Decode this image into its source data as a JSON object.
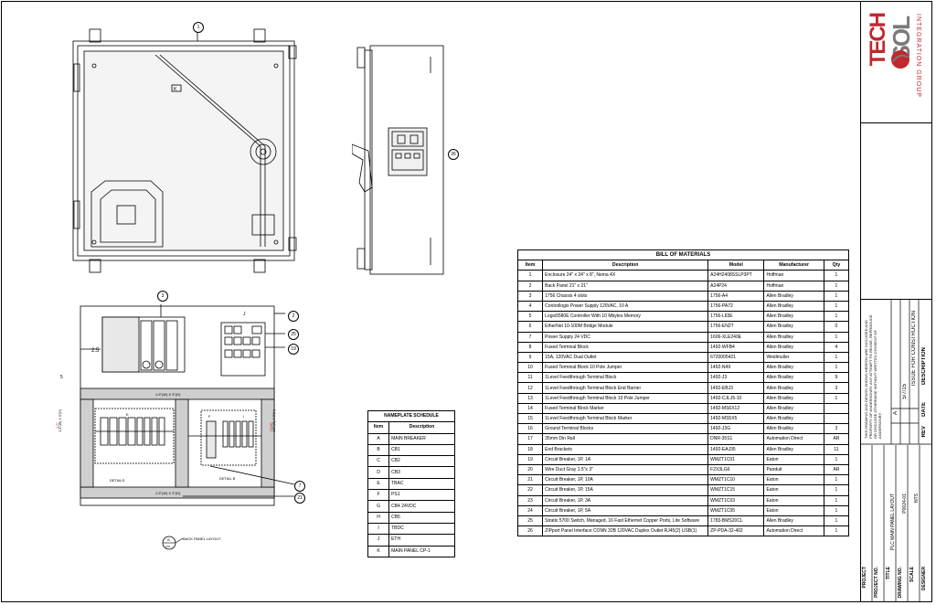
{
  "bom": {
    "title": "BILL OF MATERIALS",
    "headers": [
      "Item",
      "Description",
      "Model",
      "Manufacturer",
      "Qty"
    ],
    "rows": [
      [
        "1",
        "Enclosure 24\" x 24\" x 8\", Nema 4X",
        "A24H2408SSLP3PT",
        "Hoffman",
        "1"
      ],
      [
        "2",
        "Back Panel 21\" x 21\"",
        "A24P24",
        "Hoffman",
        "1"
      ],
      [
        "3",
        "1756 Chassis 4 slots",
        "1756-A4",
        "Allen Bradley",
        "1"
      ],
      [
        "4",
        "Controllogix Power Supply 120VAC, 10 A",
        "1756-PA72",
        "Allen Bradley",
        "1"
      ],
      [
        "5",
        "Logix5580E Controller  With 10 Mbytes Memory",
        "1756-L83E",
        "Allen Bradley",
        "1"
      ],
      [
        "6",
        "EtherNet 10-100M Bridge Module",
        "1756-EN2T",
        "Allen Bradley",
        "0"
      ],
      [
        "7",
        "Power Supply 24 VDC",
        "1606-XLE240E",
        "Allen Bradley",
        "1"
      ],
      [
        "8",
        "Fused Terminal Block",
        "1492-WFB4",
        "Allen Bradley",
        "4"
      ],
      [
        "9",
        "15A, 120VAC Dual Outlet",
        "6720005421",
        "Weidmuller",
        "1"
      ],
      [
        "10",
        "Fused Terminal Block 10 Pole Jumper",
        "1492-N49",
        "Allen Bradley",
        "1"
      ],
      [
        "11",
        "1Level Feedthrough Terminal Block",
        "1492-J3",
        "Allen Bradley",
        "9"
      ],
      [
        "12",
        "1Level Feedthrough Terminal Block End Barrier",
        "1492-EBJ3",
        "Allen Bradley",
        "3"
      ],
      [
        "13",
        "1Level Feedthrough Terminal Block 10 Pole Jumper",
        "1492-CJLJ5-10",
        "Allen Bradley",
        "1"
      ],
      [
        "14",
        "Fused Terminal Block Marker",
        "1492-MS6X12",
        "Allen Bradley",
        ""
      ],
      [
        "15",
        "1Level Feedthrough Terminal Block Marker",
        "1492-MS5X5",
        "Allen Bradley",
        ""
      ],
      [
        "16",
        "Ground Terminal Blocks",
        "1492-J3G",
        "Allen Bradley",
        "3"
      ],
      [
        "17",
        "35mm Din Rail",
        "DNR-35S1",
        "Automation Direct",
        "AR"
      ],
      [
        "18",
        "End Brackets",
        "1492-EAJ35",
        "Allen Bradley",
        "11"
      ],
      [
        "19",
        "Circuit Breaker, 1P, 1A",
        "WMZT1C01",
        "Eaton",
        "1"
      ],
      [
        "20",
        "Wire Duct Gray 1.5\"x 3\"",
        "F2X3LG6",
        "Panduit",
        "AR"
      ],
      [
        "21",
        "Circuit Breaker, 1P, 10A",
        "WMZT1C10",
        "Eaton",
        "1"
      ],
      [
        "22",
        "Circuit Breaker, 1P, 15A",
        "WMZT1C15",
        "Eaton",
        "1"
      ],
      [
        "23",
        "Circuit Breaker, 1P, 3A",
        "WMZT1C03",
        "Eaton",
        "1"
      ],
      [
        "24",
        "Circuit Breaker, 1P, 5A",
        "WMZT1C05",
        "Eaton",
        "1"
      ],
      [
        "25",
        "Stratix 5700 Switch, Managed, 16 Fast Ethernet Copper Ports, Lite Software",
        "1783-BMS20CL",
        "Allen Bradley",
        "1"
      ],
      [
        "26",
        "ZIPport Panel Interface CONN 32B 120VAC Duplex Outlet RJ45(2) USB(1)",
        "ZP-PDA-32-402",
        "Automation Direct",
        "1"
      ]
    ]
  },
  "nameplate": {
    "title": "NAMEPLATE SCHEDULE",
    "headers": [
      "Item",
      "Description"
    ],
    "rows": [
      [
        "A",
        "MAIN BREAKER"
      ],
      [
        "B",
        "CB1"
      ],
      [
        "C",
        "CB2"
      ],
      [
        "D",
        "CB3"
      ],
      [
        "E",
        "TBAC"
      ],
      [
        "F",
        "PS1"
      ],
      [
        "G",
        "CB4 24VDC"
      ],
      [
        "H",
        "CB5"
      ],
      [
        "I",
        "TBDC"
      ],
      [
        "J",
        "ETH"
      ],
      [
        "K",
        "MAIN PANEL CP-1"
      ]
    ]
  },
  "drawing": {
    "callouts": [
      "1",
      "26",
      "3",
      "2",
      "25",
      "19",
      "7",
      "21"
    ],
    "dim_25": "2.5",
    "dim_5": "5",
    "duct_label": "1.5\"(W) X 3\"(H)",
    "duct_label_v1": "1.5\"(W) X 3\"(H)",
    "duct_label_v2": "1.5\"(W) X 3\"(H)",
    "red_note_1": "1.5\"",
    "red_note_2": "DWG",
    "detail_a": "DETAILS",
    "detail_b": "DETAIL B",
    "box_e": "E",
    "box_f": "F",
    "box_i": "I",
    "box_j": "J",
    "box_k": "K",
    "section_title": "BACK PANEL LAYOUT",
    "section_id": "A",
    "section_sheet": "100"
  },
  "title_block": {
    "logo_word1": "TECH",
    "logo_word2": "SOL",
    "logo_tag": "INTEGRATION GROUP",
    "rev_label": "REV",
    "rev_value": "A",
    "date_label": "DATE",
    "date_value": "5/7/15",
    "desc_label": "DESCRIPTION",
    "desc_value": "ISSUE FOR CONSTRUCTION",
    "legal": "THIS DRAWING AND DESIGN SHOWN HEREON ARE INCLUDED AND PROPERTY OF ANDERSONRY. ANY ATTEMPT TO REUSE, REPRODUCE OR DISCLOSE OTHERWISE WITHOUT WRITTEN CONSENT OF ANDERSONRY.",
    "fields": [
      {
        "label": "PROJECT",
        "value": ""
      },
      {
        "label": "PROJECT NO.",
        "value": ""
      },
      {
        "label": "TITLE",
        "value": "PLC MAIN PANEL LAYOUT"
      },
      {
        "label": "DRAWING NO.",
        "value": "P0024-01"
      },
      {
        "label": "SCALE",
        "value": "NTS"
      },
      {
        "label": "DESIGNER",
        "value": ""
      }
    ]
  },
  "colors": {
    "logo_red": "#c0282d",
    "logo_gray": "#7a7a7a",
    "duct_gray": "#cfcfcf"
  }
}
